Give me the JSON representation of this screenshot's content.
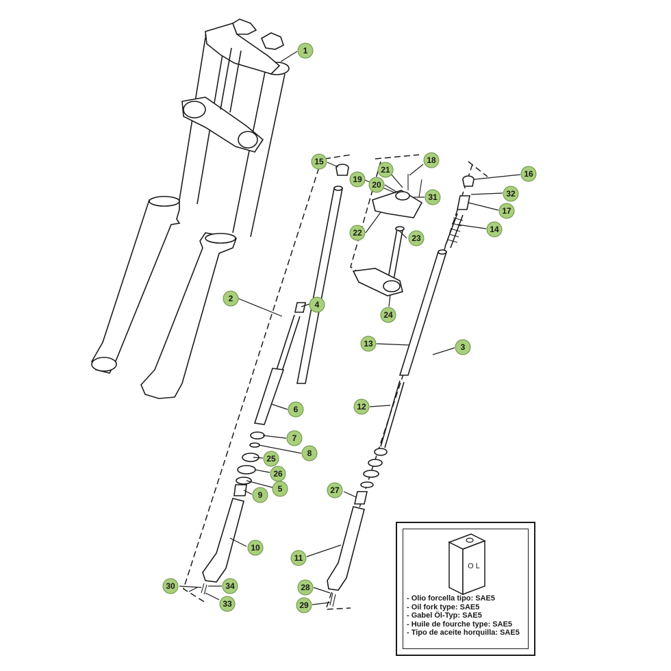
{
  "callouts": [
    {
      "id": "1",
      "label": "1"
    },
    {
      "id": "2",
      "label": "2"
    },
    {
      "id": "3",
      "label": "3"
    },
    {
      "id": "4",
      "label": "4"
    },
    {
      "id": "5",
      "label": "5"
    },
    {
      "id": "6",
      "label": "6"
    },
    {
      "id": "7",
      "label": "7"
    },
    {
      "id": "8",
      "label": "8"
    },
    {
      "id": "9",
      "label": "9"
    },
    {
      "id": "10",
      "label": "10"
    },
    {
      "id": "11",
      "label": "11"
    },
    {
      "id": "12",
      "label": "12"
    },
    {
      "id": "13",
      "label": "13"
    },
    {
      "id": "14",
      "label": "14"
    },
    {
      "id": "15",
      "label": "15"
    },
    {
      "id": "16",
      "label": "16"
    },
    {
      "id": "17",
      "label": "17"
    },
    {
      "id": "18",
      "label": "18"
    },
    {
      "id": "19",
      "label": "19"
    },
    {
      "id": "20",
      "label": "20"
    },
    {
      "id": "21",
      "label": "21"
    },
    {
      "id": "22",
      "label": "22"
    },
    {
      "id": "23",
      "label": "23"
    },
    {
      "id": "24",
      "label": "24"
    },
    {
      "id": "25",
      "label": "25"
    },
    {
      "id": "26",
      "label": "26"
    },
    {
      "id": "27",
      "label": "27"
    },
    {
      "id": "28",
      "label": "28"
    },
    {
      "id": "29",
      "label": "29"
    },
    {
      "id": "30",
      "label": "30"
    },
    {
      "id": "31",
      "label": "31"
    },
    {
      "id": "32",
      "label": "32"
    },
    {
      "id": "33",
      "label": "33"
    },
    {
      "id": "34",
      "label": "34"
    }
  ],
  "oil_can": {
    "label": "O L"
  },
  "oil_notes": [
    "- Olio forcella tipo: SAE5",
    "- Oil fork type: SAE5",
    "- Gabel Öl-Typ: SAE5",
    "- Huile de fourche type: SAE5",
    "- Tipo de aceite horquilla: SAE5"
  ],
  "colors": {
    "callout_fill": "#a8cf7a",
    "callout_stroke": "#6a8f48",
    "line": "#1a1a1a"
  }
}
